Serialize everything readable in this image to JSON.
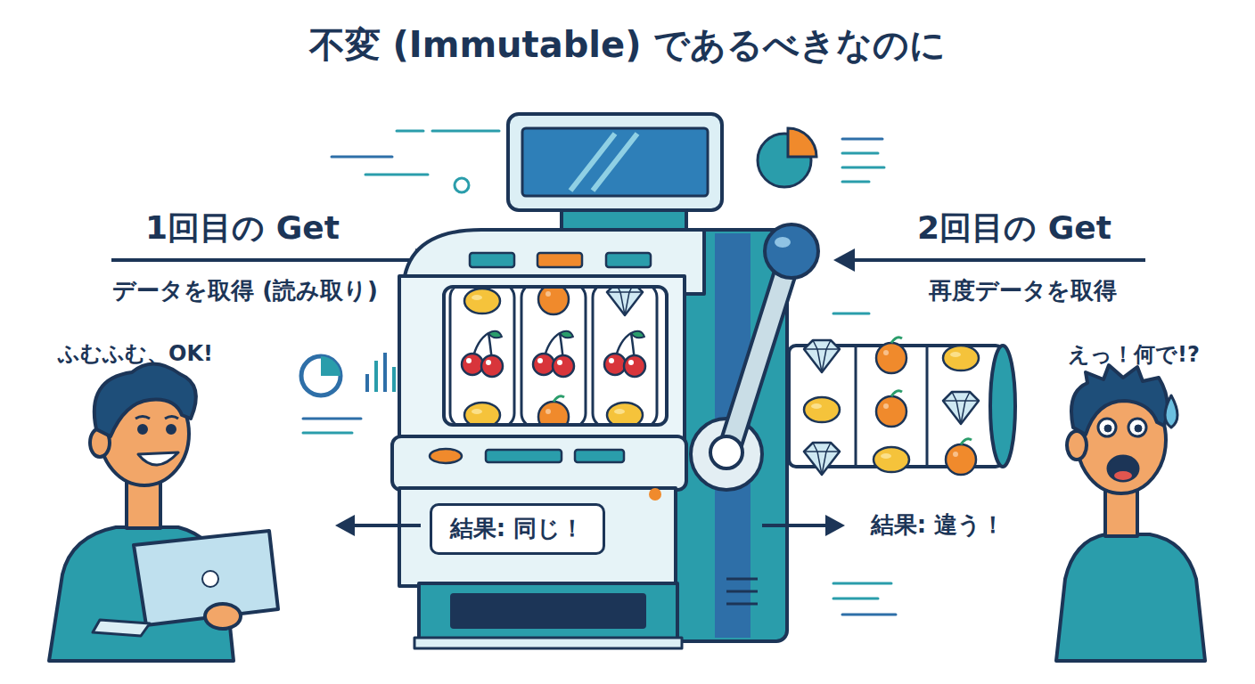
{
  "diagram": {
    "title": "不変 (Immutable) であるべきなのに",
    "nodes": [
      {
        "text": [
          "結果: 同じ！"
        ]
      }
    ],
    "labels": [
      "1回目の Get",
      "データを取得 (読み取り)",
      "2回目の Get",
      "再度データを取得",
      "ふむふむ、OK!",
      "えっ！何で!?",
      "結果: 違う！"
    ]
  }
}
